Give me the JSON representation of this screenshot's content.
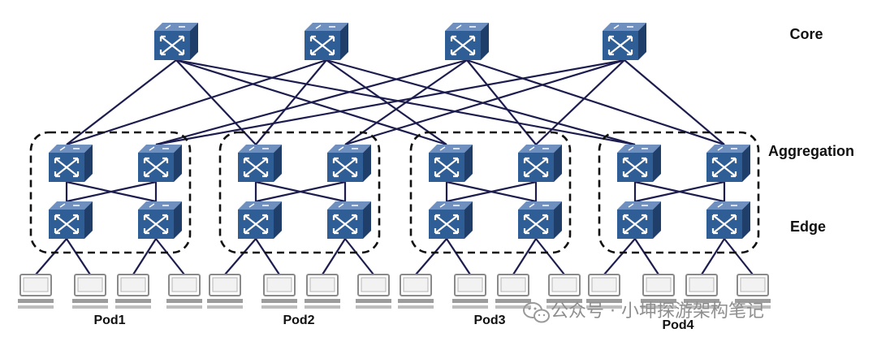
{
  "labels": {
    "core": "Core",
    "aggregation": "Aggregation",
    "edge": "Edge"
  },
  "pods": [
    {
      "name": "Pod1"
    },
    {
      "name": "Pod2"
    },
    {
      "name": "Pod3"
    },
    {
      "name": "Pod4"
    }
  ],
  "watermark": {
    "text": "公众号 · 小坤探游架构笔记",
    "icon": "wechat-icon"
  },
  "colors": {
    "switch_front": "#2f5d95",
    "switch_top": "#6f8fbf",
    "switch_side": "#1f3f6a",
    "link": "#1c1d4e",
    "pod_border": "#111111",
    "host": "#8a8a8a"
  },
  "topology": {
    "core_switch_count": 4,
    "pods": 4,
    "aggregation_per_pod": 2,
    "edge_per_pod": 2,
    "hosts_per_edge": 2,
    "core_links": [
      [
        [
          0,
          0
        ],
        [
          1,
          0
        ],
        [
          2,
          0
        ],
        [
          3,
          0
        ]
      ],
      [
        [
          0,
          0
        ],
        [
          1,
          0
        ],
        [
          2,
          0
        ],
        [
          3,
          0
        ]
      ],
      [
        [
          0,
          1
        ],
        [
          1,
          1
        ],
        [
          2,
          1
        ],
        [
          3,
          1
        ]
      ],
      [
        [
          0,
          1
        ],
        [
          1,
          1
        ],
        [
          2,
          1
        ],
        [
          3,
          1
        ]
      ]
    ]
  }
}
